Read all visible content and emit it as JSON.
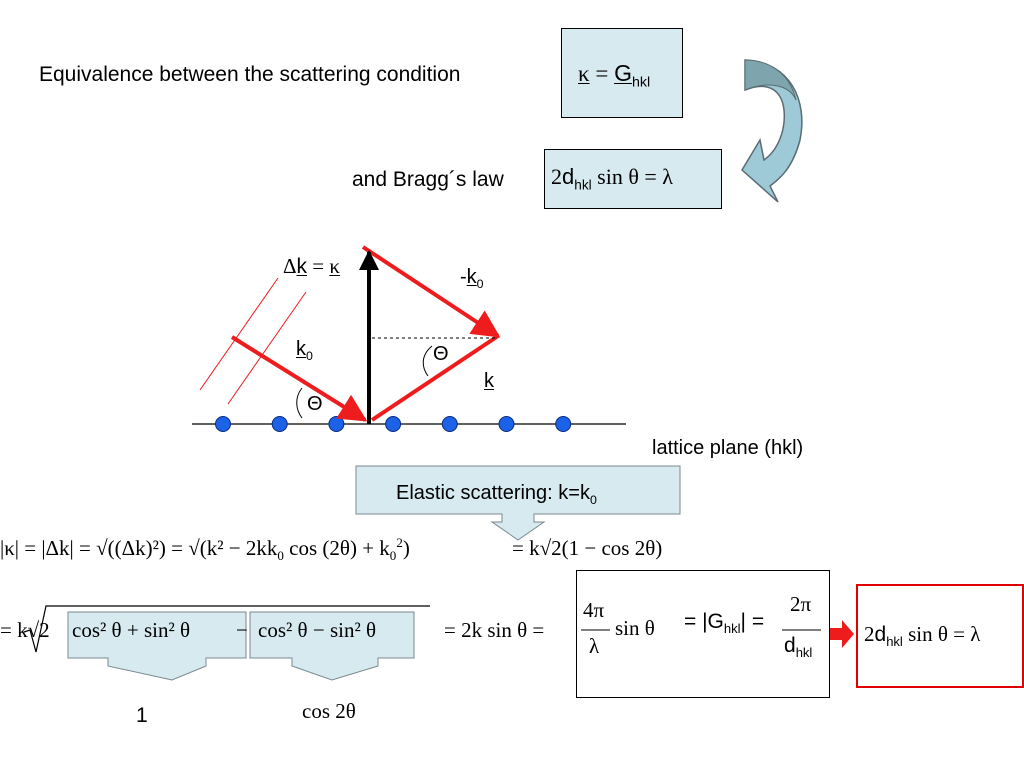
{
  "intro": {
    "text": "Equivalence between the scattering condition"
  },
  "bragg_intro": {
    "text": "and Bragg´s law"
  },
  "cond_formula": {
    "lhs": "κ",
    "eq": "=",
    "rhs": "G",
    "sub": "hkl"
  },
  "bragg_formula": {
    "two": "2",
    "d": "d",
    "sub": "hkl",
    "rest": " sin θ = λ"
  },
  "diagram": {
    "delta_k_label": {
      "delta": "Δ",
      "k": "k",
      "eq": " = ",
      "kappa": "κ"
    },
    "minus_k0": {
      "minus": "-",
      "k": "k",
      "sub": "0"
    },
    "k0": {
      "k": "k",
      "sub": "0"
    },
    "k": "k",
    "theta_upper": "Θ",
    "theta_lower": "Θ",
    "lattice_label": "lattice plane (hkl)",
    "atom_count": 7,
    "colors": {
      "vector": "#ee1c1c",
      "atom": "#1b62e6",
      "lines": "#000000"
    }
  },
  "elastic_box": {
    "text": "Elastic scattering: k=k",
    "sub": "0"
  },
  "eq1": {
    "part1": "|κ| = |Δk| = √((Δk)²) = √(k² − 2kk",
    "sub": "0",
    "part2": " cos (2θ) + k",
    "sub2": "0",
    "sup": "2",
    "part3": ")",
    "part4": "= k√2(1 − cos 2θ)"
  },
  "eq2": {
    "prefix": "= k√2",
    "group1": "cos² θ + sin² θ",
    "minus": "−",
    "group2": "cos² θ − sin² θ",
    "suffix": "= 2k sin θ ="
  },
  "eq3": {
    "num1": "4π",
    "den1": "λ",
    "sin": "sin θ",
    "eq": "= |G",
    "sub": "hkl",
    "eq2": "| =",
    "num2": "2π",
    "den2": "d",
    "den2sub": "hkl"
  },
  "result": {
    "two": "2",
    "d": "d",
    "sub": "hkl",
    "rest": " sin θ = λ"
  },
  "arrow_labels": {
    "one": "1",
    "cos": "cos 2θ"
  }
}
